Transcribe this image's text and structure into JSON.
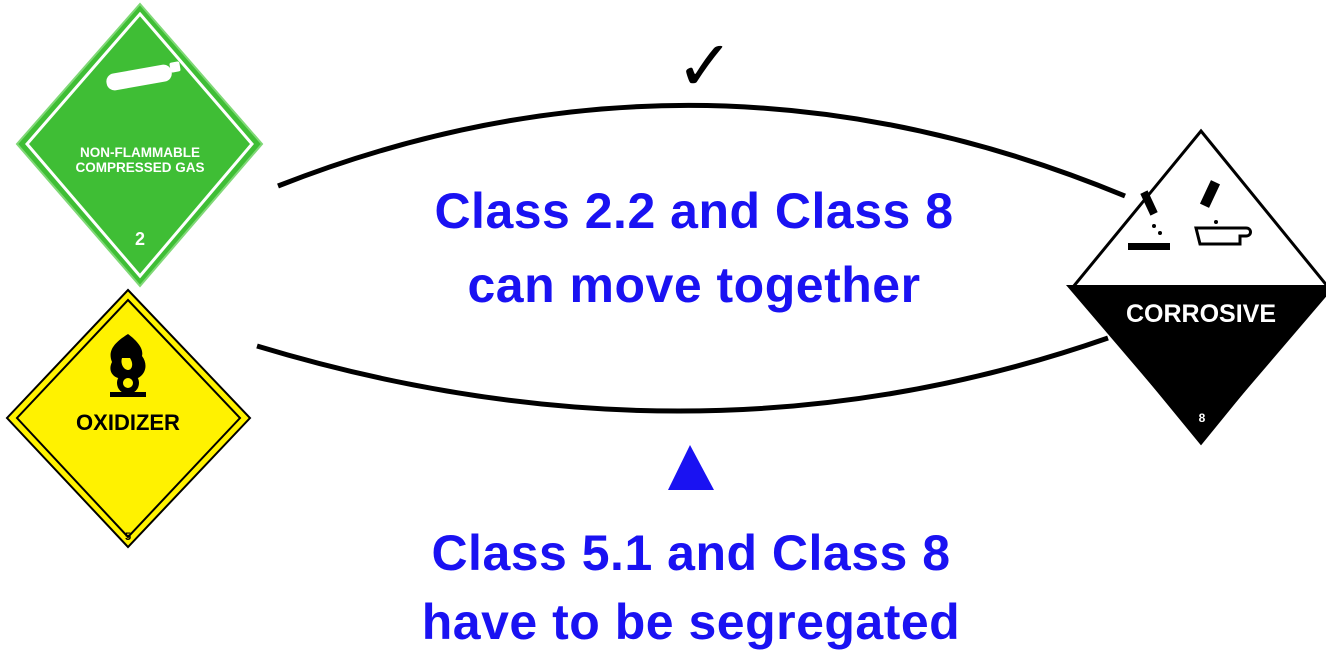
{
  "placards": {
    "gas": {
      "line1": "NON-FLAMMABLE",
      "line2": "COMPRESSED GAS",
      "number": "2",
      "color": "#3fbe35"
    },
    "oxidizer": {
      "label": "OXIDIZER",
      "number": "5",
      "color": "#fff200"
    },
    "corrosive": {
      "label": "CORROSIVE",
      "number": "8",
      "color": "#000000"
    }
  },
  "markers": {
    "ok": "✓",
    "warning": "▲"
  },
  "captions": {
    "top_line1": "Class 2.2 and Class 8",
    "top_line2": "can move together",
    "bottom_line1": "Class 5.1 and Class 8",
    "bottom_line2": "have to be segregated"
  },
  "colors": {
    "caption": "#1a12f2",
    "curve": "#000000"
  }
}
